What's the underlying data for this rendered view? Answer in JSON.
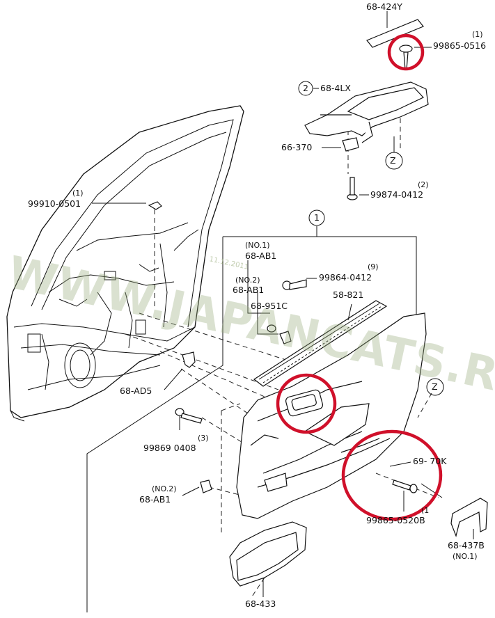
{
  "labels": {
    "p68_424Y": "68-424Y",
    "p99865_0516": "99865-0516",
    "q1_top": "(1)",
    "c2": "2",
    "p68_4LX": "68-4LX",
    "p66_370": "66-370",
    "z_top": "Z",
    "q2": "(2)",
    "p99874_0412": "99874-0412",
    "q1_left": "(1)",
    "p99910_0501": "99910-0501",
    "c1": "1",
    "no1_a": "(NO.1)",
    "p68_AB1_a": "68-AB1",
    "no2_a": "(NO.2)",
    "p68_AB1_b": "68-AB1",
    "q9": "(9)",
    "p99864_0412": "99864-0412",
    "p58_821": "58-821",
    "p68_951C": "68-951C",
    "p68_AD5": "68-AD5",
    "z_right": "Z",
    "p99869_0408": "99869 0408",
    "q3": "(3)",
    "p69_70K": "69-  70K",
    "no2_b": "(NO.2)",
    "p68_AB1_c": "68-AB1",
    "q1_bottom": "(1",
    "p99865_0520B": "99865-0520B",
    "p68_437B": "68-437B",
    "no1_b": "(NO.1)",
    "p68_433": "68-433"
  },
  "watermark": "WWW.JAPANCATS.RU",
  "watermark_small": "11.12.2011",
  "colors": {
    "highlight": "#d0102a",
    "line": "#111111",
    "watermark": "#96aa78"
  }
}
